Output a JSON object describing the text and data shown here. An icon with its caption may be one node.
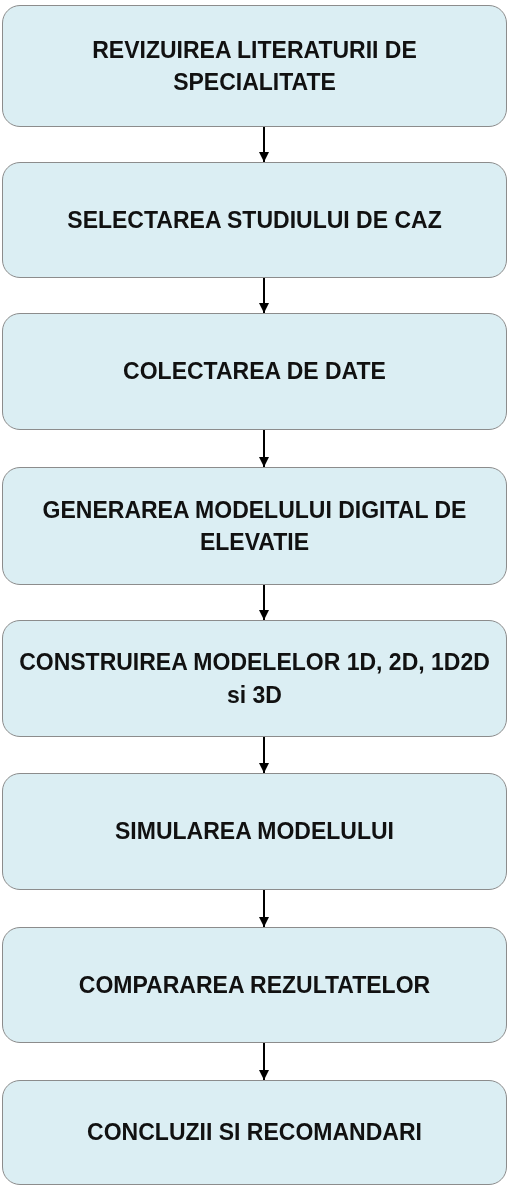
{
  "diagram": {
    "nodes": [
      {
        "text": [
          "REVIZUIREA LITERATURII DE SPECIALITATE"
        ]
      },
      {
        "text": [
          "SELECTAREA STUDIULUI DE CAZ"
        ]
      },
      {
        "text": [
          "COLECTAREA DE DATE"
        ]
      },
      {
        "text": [
          "GENERAREA MODELULUI DIGITAL DE ELEVATIE"
        ]
      },
      {
        "text": [
          "CONSTRUIREA MODELELOR 1D, 2D, 1D2D si 3D"
        ]
      },
      {
        "text": [
          "SIMULAREA MODELULUI"
        ]
      },
      {
        "text": [
          "COMPARAREA REZULTATELOR"
        ]
      },
      {
        "text": [
          "CONCLUZII SI RECOMANDARI"
        ]
      }
    ],
    "edges": [
      {
        "from": 0,
        "to": 1,
        "arrow": "to"
      },
      {
        "from": 1,
        "to": 2,
        "arrow": "to"
      },
      {
        "from": 2,
        "to": 3,
        "arrow": "to"
      },
      {
        "from": 3,
        "to": 4,
        "arrow": "to"
      },
      {
        "from": 4,
        "to": 5,
        "arrow": "to"
      },
      {
        "from": 5,
        "to": 6,
        "arrow": "to"
      },
      {
        "from": 6,
        "to": 7,
        "arrow": "to"
      }
    ]
  }
}
